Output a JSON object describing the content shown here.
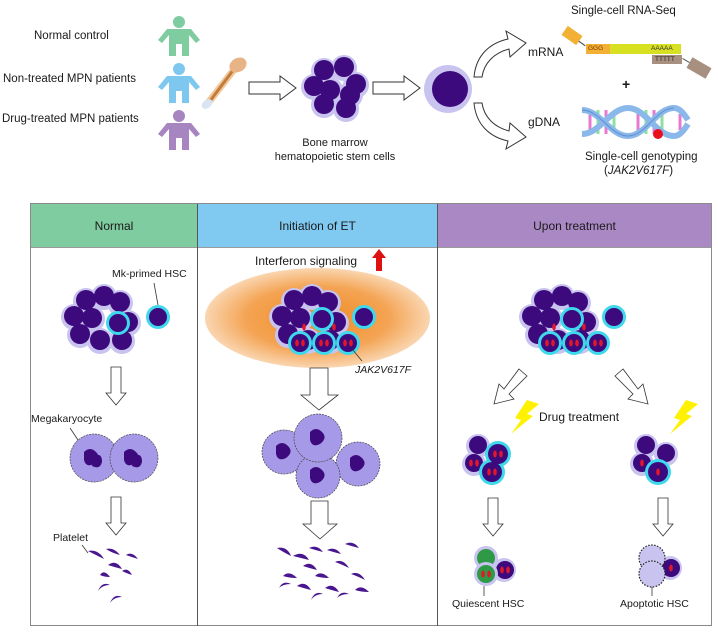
{
  "top": {
    "groups": [
      {
        "label": "Normal control",
        "color": "#7fcca0"
      },
      {
        "label": "Non-treated MPN patients",
        "color": "#7ec8f0"
      },
      {
        "label": "Drug-treated MPN patients",
        "color": "#a785c0"
      }
    ],
    "bm_caption_line1": "Bone marrow",
    "bm_caption_line2": "hematopoietic stem cells",
    "mrna_label": "mRNA",
    "gdna_label": "gDNA",
    "rnaseq_title": "Single-cell RNA-Seq",
    "seq_ggg": "GGG",
    "seq_aaaaa": "AAAAA",
    "seq_ttttt": "TTTTT",
    "plus": "+",
    "genotyping_line1": "Single-cell genotyping",
    "genotyping_line2_open": "(",
    "genotyping_line2_gene": "JAK2V617F",
    "genotyping_line2_close": ")"
  },
  "panels": [
    {
      "title": "Normal",
      "header_color": "#7fcca0",
      "labels": {
        "hsc": "Mk-primed HSC",
        "mk": "Megakaryocyte",
        "platelet": "Platelet"
      }
    },
    {
      "title": "Initiation of ET",
      "header_color": "#80caf2",
      "labels": {
        "signal": "Interferon signaling",
        "mutation": "JAK2V617F"
      }
    },
    {
      "title": "Upon treatment",
      "header_color": "#aa88c4",
      "labels": {
        "drug": "Drug treatment",
        "quiescent": "Quiescent HSC",
        "apoptotic": "Apoptotic HSC"
      }
    }
  ],
  "colors": {
    "cell_outer": "#c8c3ef",
    "cell_nucleus": "#3d0a7e",
    "mk_primed_ring": "#3fd8ec",
    "mutation_dot": "#e0182a",
    "signal_glow": "#f29a3c",
    "signal_arrow": "#dd1111",
    "megakaryocyte": "#a69ae8",
    "platelet": "#4a1690",
    "bolt": "#fff200",
    "quiescent_nucleus": "#2e9a46"
  }
}
